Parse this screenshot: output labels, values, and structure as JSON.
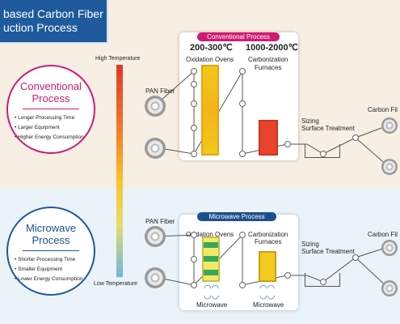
{
  "title": {
    "line1": "based Carbon Fiber",
    "line2": "uction Process"
  },
  "conventional": {
    "title_line1": "Conventional",
    "title_line2": "Process",
    "bullets": [
      "Longer Processing Time",
      "Larger Equipment",
      "Higher Energy Consumption"
    ],
    "accent": "#d11b73"
  },
  "microwave": {
    "title_line1": "Microwave",
    "title_line2": "Process",
    "bullets": [
      "Shorter Processing Time",
      "Smaller Equipment",
      "Lower Energy Consumption"
    ],
    "accent": "#1d5a9e"
  },
  "temperature": {
    "high": "High Temperature",
    "low": "Low Temperature"
  },
  "conventional_process": {
    "badge": "Conventional Process",
    "oven_temp": "200-300℃",
    "oven_label": "Oxidation Ovens",
    "furnace_temp": "1000-2000℃",
    "furnace_label_line1": "Carbonization",
    "furnace_label_line2": "Furnaces"
  },
  "microwave_process": {
    "badge": "Microwave Process",
    "oven_label": "Oxidation Ovens",
    "furnace_label_line1": "Carbonization",
    "furnace_label_line2": "Furnaces",
    "microwave_label_1": "Microwave",
    "microwave_label_2": "Microwave"
  },
  "flow": {
    "pan_fiber_top": "PAN Fiber",
    "pan_fiber_bottom": "PAN Fiber",
    "sizing_top_line1": "Sizing",
    "sizing_top_line2": "Surface Treatment",
    "sizing_bottom_line1": "Sizing",
    "sizing_bottom_line2": "Surface Treatment",
    "carbon_top": "Carbon Fil",
    "carbon_bottom": "Carbon Fil"
  },
  "colors": {
    "title_bg": "#1e5a9c",
    "conventional_furnace": "#e8432c",
    "oven_yellow": "#f2c817",
    "microwave_band": "#38a85a"
  },
  "icons": [
    "microwave-wave-icon",
    "fiber-spool-icon",
    "roller-icon"
  ]
}
